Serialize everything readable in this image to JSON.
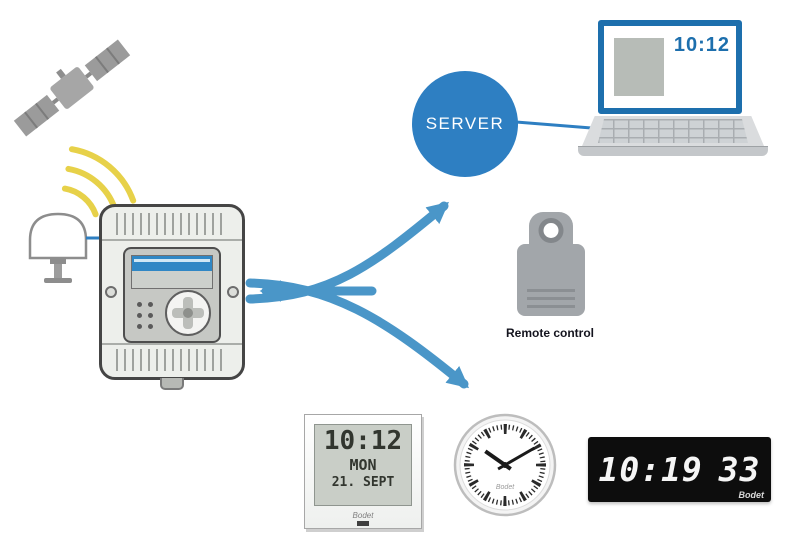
{
  "server": {
    "label": "SERVER"
  },
  "laptop": {
    "screen_time": "10:12"
  },
  "remote": {
    "caption": "Remote control"
  },
  "lcd_clock": {
    "time": "10:12",
    "day": "MON",
    "date": "21. SEPT",
    "brand": "Bodet"
  },
  "analog_clock": {
    "brand": "Bodet",
    "time_shown": "10:10"
  },
  "led_clock": {
    "time": "10:19",
    "seconds": "33",
    "brand": "Bodet"
  },
  "icons": {
    "satellite": "gps-satellite-icon",
    "signal_waves": "radio-signal-waves-icon",
    "antenna": "gps-antenna-icon",
    "master_clock": "master-clock-icon",
    "laptop": "laptop-icon",
    "remote": "handheld-remote-icon"
  },
  "connections": [
    "gps-satellite → gps-antenna (radio waves)",
    "gps-antenna → master-clock",
    "master-clock → server",
    "server → laptop",
    "master-clock → clocks",
    "junction → master-clock (return arrow)"
  ],
  "colors": {
    "arrow_blue": "#4a96c8",
    "server_blue": "#2e7fc2",
    "laptop_frame_blue": "#1d6fad",
    "signal_yellow": "#e7d149",
    "satellite_gray": "#9b9b9b",
    "led_background": "#0d0d0d",
    "led_digits": "#f5f5f5",
    "lcd_background": "#c9cec7"
  }
}
